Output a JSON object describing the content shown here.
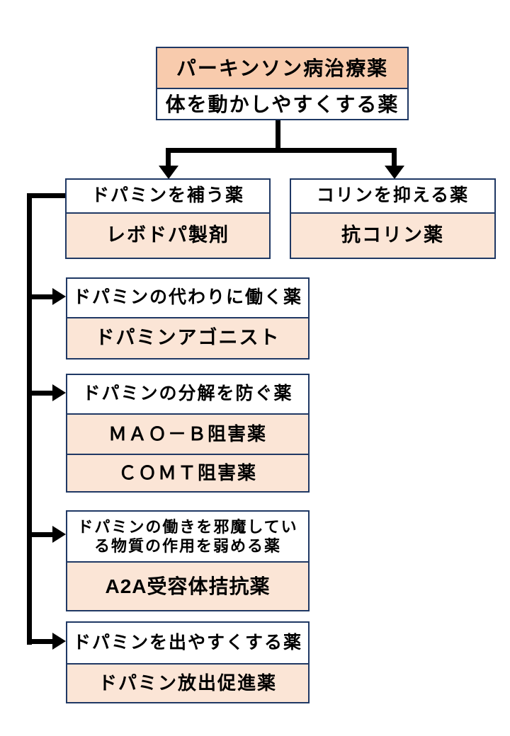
{
  "colors": {
    "header_fill": "#F8CBAD",
    "cell_fill": "#FBE5D6",
    "border": "#1F3864",
    "connector": "#000000",
    "background": "#FFFFFF",
    "text": "#000000"
  },
  "root": {
    "category": "パーキンソン病治療薬",
    "description": "体を動かしやすくする薬"
  },
  "top_branches": [
    {
      "header": "ドパミンを補う薬",
      "drug": "レボドパ製剤"
    },
    {
      "header": "コリンを抑える薬",
      "drug": "抗コリン薬"
    }
  ],
  "left_branches": [
    {
      "header": "ドパミンの代わりに働く薬",
      "drugs": [
        "ドパミンアゴニスト"
      ]
    },
    {
      "header": "ドパミンの分解を防ぐ薬",
      "drugs": [
        "ＭＡＯ－Ｂ阻害薬",
        "ＣＯＭＴ阻害薬"
      ]
    },
    {
      "header_line1": "ドパミンの働きを邪魔してい",
      "header_line2": "る物質の作用を弱める薬",
      "drugs": [
        "A2A受容体拮抗薬"
      ]
    },
    {
      "header": "ドパミンを出やすくする薬",
      "drugs": [
        "ドパミン放出促進薬"
      ]
    }
  ]
}
